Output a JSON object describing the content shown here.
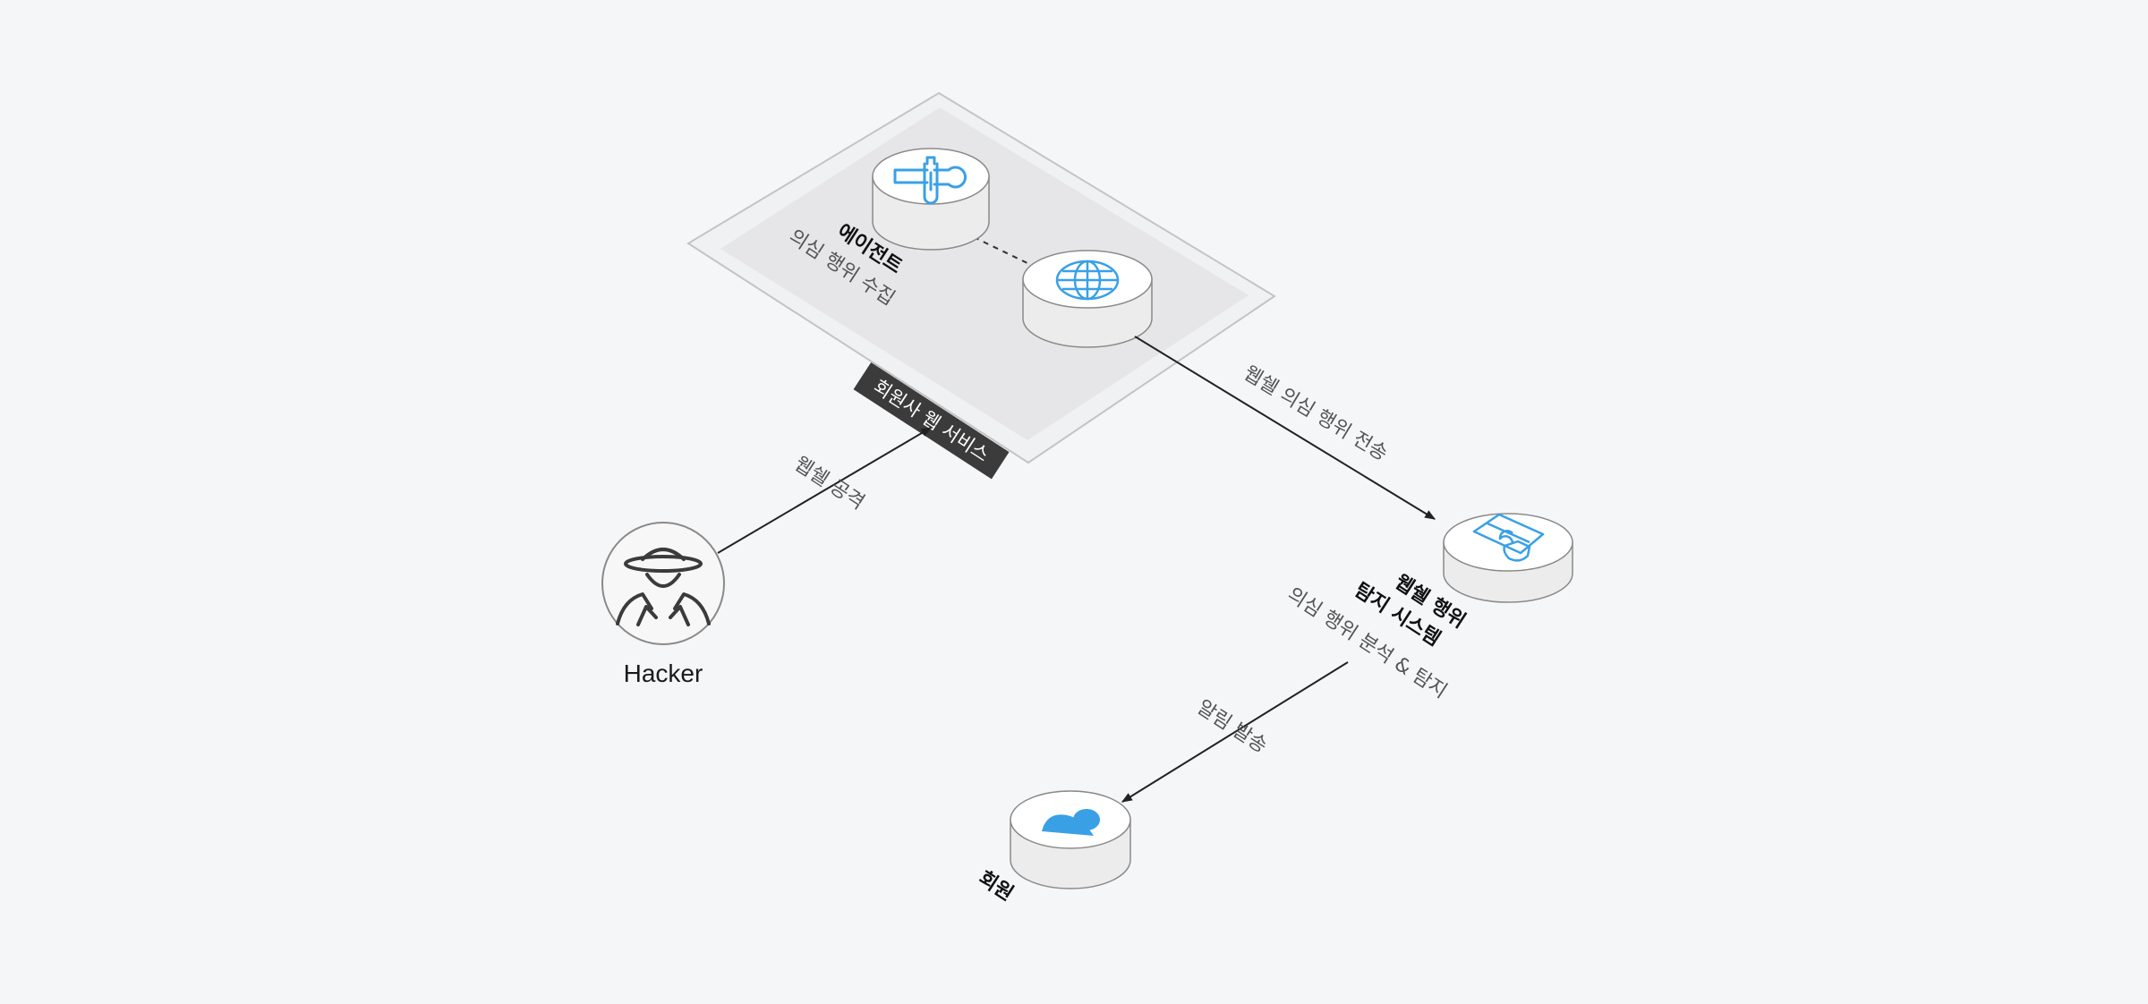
{
  "platform": {
    "banner": "회원사 웹 서비스"
  },
  "agent": {
    "title": "에이전트",
    "subtitle": "의심 행위 수집"
  },
  "detection": {
    "title_line1": "웹쉘 행위",
    "title_line2": "탐지 시스템",
    "subtitle": "의심 행위 분석 & 탐지"
  },
  "member": {
    "label": "회원"
  },
  "hacker": {
    "label": "Hacker"
  },
  "edges": {
    "attack": "웹쉘 공격",
    "transmit": "웹쉘 의심 행위 전송",
    "alert": "알림 발송"
  },
  "colors": {
    "accent": "#3aa0e6",
    "banner": "#3b3b3b",
    "line": "#222222"
  }
}
